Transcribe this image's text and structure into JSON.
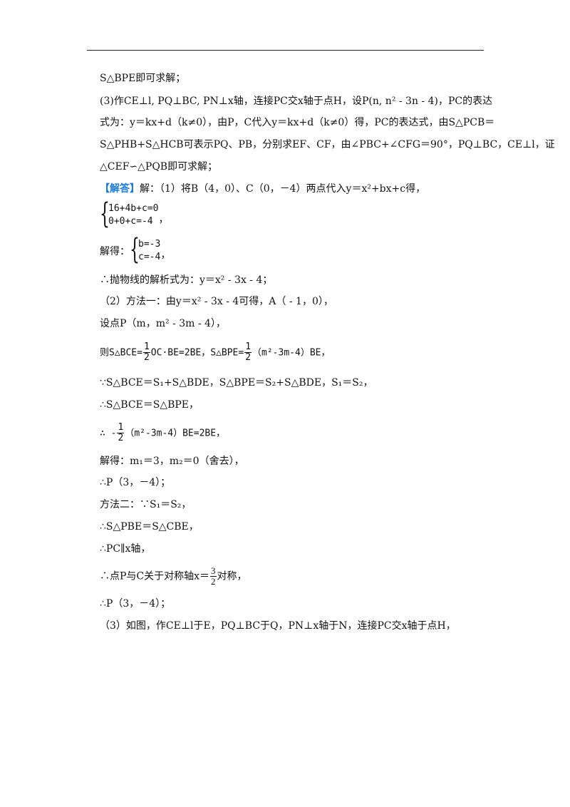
{
  "intro": {
    "l1": "S△BPE即可求解；",
    "l2": "(3)作CE⊥l, PQ⊥BC, PN⊥x轴，连接PC交x轴于点H，设P(n, n² - 3n - 4)，PC的表达",
    "l3": "式为：y＝kx+d（k≠0），由P，C代入y＝kx+d（k≠0）得，PC的表达式，由S△PCB＝",
    "l4": "S△PHB+S△HCB可表示PQ、PB，分别求EF、CF，由∠PBC+∠CFG＝90°，PQ⊥BC，CE⊥l，证",
    "l5": "△CEF∽△PQB即可求解；"
  },
  "answer": {
    "tag": "【解答】",
    "l1": "解：（1）将B（4，0）、C（0，－4）两点代入y＝x²+bx+c得，",
    "sys1": [
      "16+4b+c=0",
      "0+0+c=-4"
    ],
    "sys1_tail": "，",
    "solve_label": "解得：",
    "sys2": [
      "b=-3",
      "c=-4"
    ],
    "sys2_tail": "，",
    "l4": "∴抛物线的解析式为：y＝x² - 3x - 4；",
    "l5": "（2）方法一：由y＝x² - 3x - 4可得，A（ - 1，0），",
    "l6": "设点P（m，m² - 3m - 4），",
    "l7a": "则S△BCE=",
    "l7b": "OC·BE=2BE，S△BPE=",
    "l7c": "（m²-3m-4）BE，",
    "half_num": "1",
    "half_den": "2",
    "l8": "∵S△BCE＝S₁+S△BDE，S△BPE＝S₂+S△BDE，S₁＝S₂，",
    "l9": "∴S△BCE＝S△BPE，",
    "l10a": "∴ -",
    "l10b": "（m²-3m-4）BE=2BE，",
    "l11": "解得：m₁＝3，m₂＝0（舍去），",
    "l12": "∴P（3，－4）；",
    "l13": "方法二：∵S₁＝S₂，",
    "l14": "∴S△PBE＝S△CBE，",
    "l15": "∴PC∥x轴，",
    "l16a": "∴点P与C关于对称轴x＝",
    "l16b": "对称，",
    "axis_num": "3",
    "axis_den": "2",
    "l17": "∴P（3，－4）；",
    "l18": "（3）如图，作CE⊥l于E，PQ⊥BC于Q，PN⊥x轴于N，连接PC交x轴于点H，"
  }
}
